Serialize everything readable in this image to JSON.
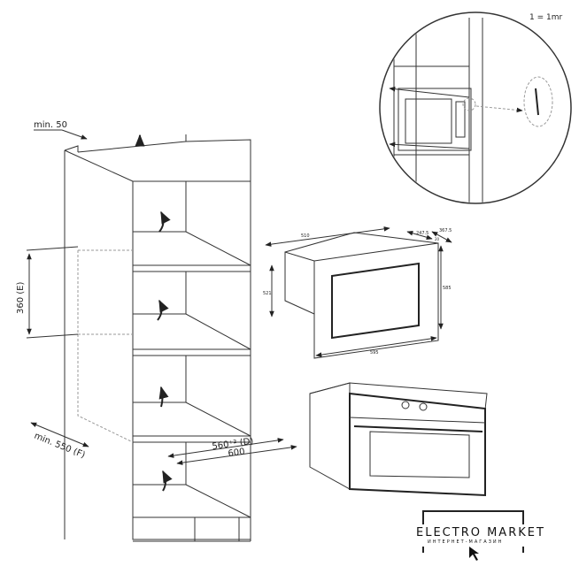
{
  "scale_note": "1 = 1mr",
  "cabinet": {
    "top_gap": "min. 50",
    "niche_height": "360 (E)",
    "depth_min": "min. 550 (F)",
    "depth_d": "560⁺² (D)",
    "depth_total": "600"
  },
  "oven_dims": {
    "depth": "510",
    "d1": "247.5",
    "d2": "367.5",
    "d3": "20",
    "body_height": "521",
    "front_height": "585",
    "front_width": "595"
  },
  "logo": {
    "name": "ELECTRO MARKET",
    "subtitle": "ИНТЕРНЕТ-МАГАЗИН"
  }
}
